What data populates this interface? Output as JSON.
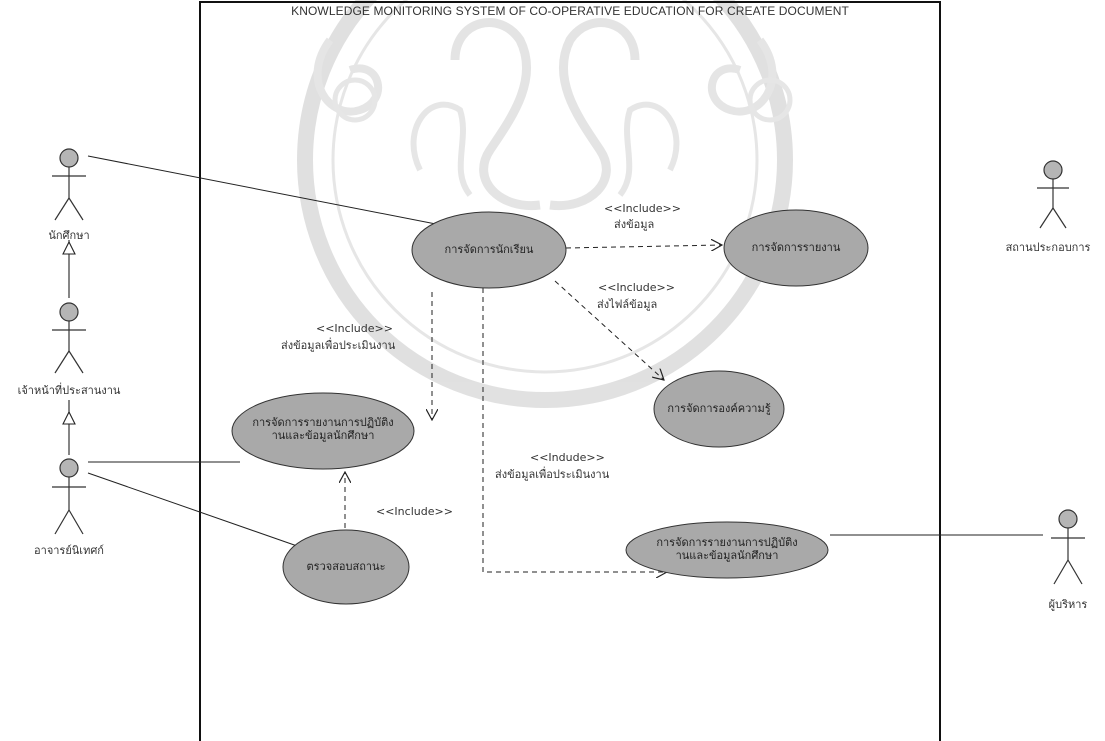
{
  "title": "KNOWLEDGE MONITORING SYSTEM OF CO-OPERATIVE EDUCATION  FOR CREATE DOCUMENT",
  "actors": {
    "student": "นักศึกษา",
    "coordinator": "เจ้าหน้าที่ประสานงาน",
    "supervisor": "อาจารย์นิเทศก์",
    "establishment": "สถานประกอบการ",
    "executive": "ผู้บริหาร"
  },
  "use_cases": {
    "manage_students": "การจัดการนักเรียน",
    "manage_reports": "การจัดการรายงาน",
    "manage_knowledge": "การจัดการองค์ความรู้",
    "manage_practice_reports_left": "การจัดการรายงานการปฏิบัติงานและข้อมูลนักศึกษา",
    "check_status": "ตรวจสอบสถานะ",
    "manage_practice_reports_right": "การจัดการรายงานการปฏิบัติงานและข้อมูลนักศึกษา"
  },
  "use_case_lines": {
    "manage_practice_reports_left": [
      "การจัดการรายงานการปฏิบัติง",
      "านและข้อมูลนักศึกษา"
    ],
    "manage_practice_reports_right": [
      "การจัดการรายงานการปฏิบัติง",
      "านและข้อมูลนักศึกษา"
    ]
  },
  "relations": {
    "include_send_data": {
      "stereotype": "<<Include>>",
      "label": "ส่งข้อมูล"
    },
    "include_send_file": {
      "stereotype": "<<Include>>",
      "label": "ส่งไฟล์ข้อมูล"
    },
    "include_send_eval": {
      "stereotype": "<<Include>>",
      "label": "ส่งข้อมูลเพื่อประเมินงาน"
    },
    "include_check": {
      "stereotype": "<<Include>>"
    },
    "indude_send_eval": {
      "stereotype": "<<Indude>>",
      "label": "ส่งข้อมูลเพื่อประเมินงาน"
    }
  },
  "colors": {
    "usecase_fill": "#a9a9a9",
    "usecase_stroke": "#333333",
    "actor_fill": "#b5b5b5",
    "line": "#222222",
    "watermark": "#c8c8c8"
  }
}
